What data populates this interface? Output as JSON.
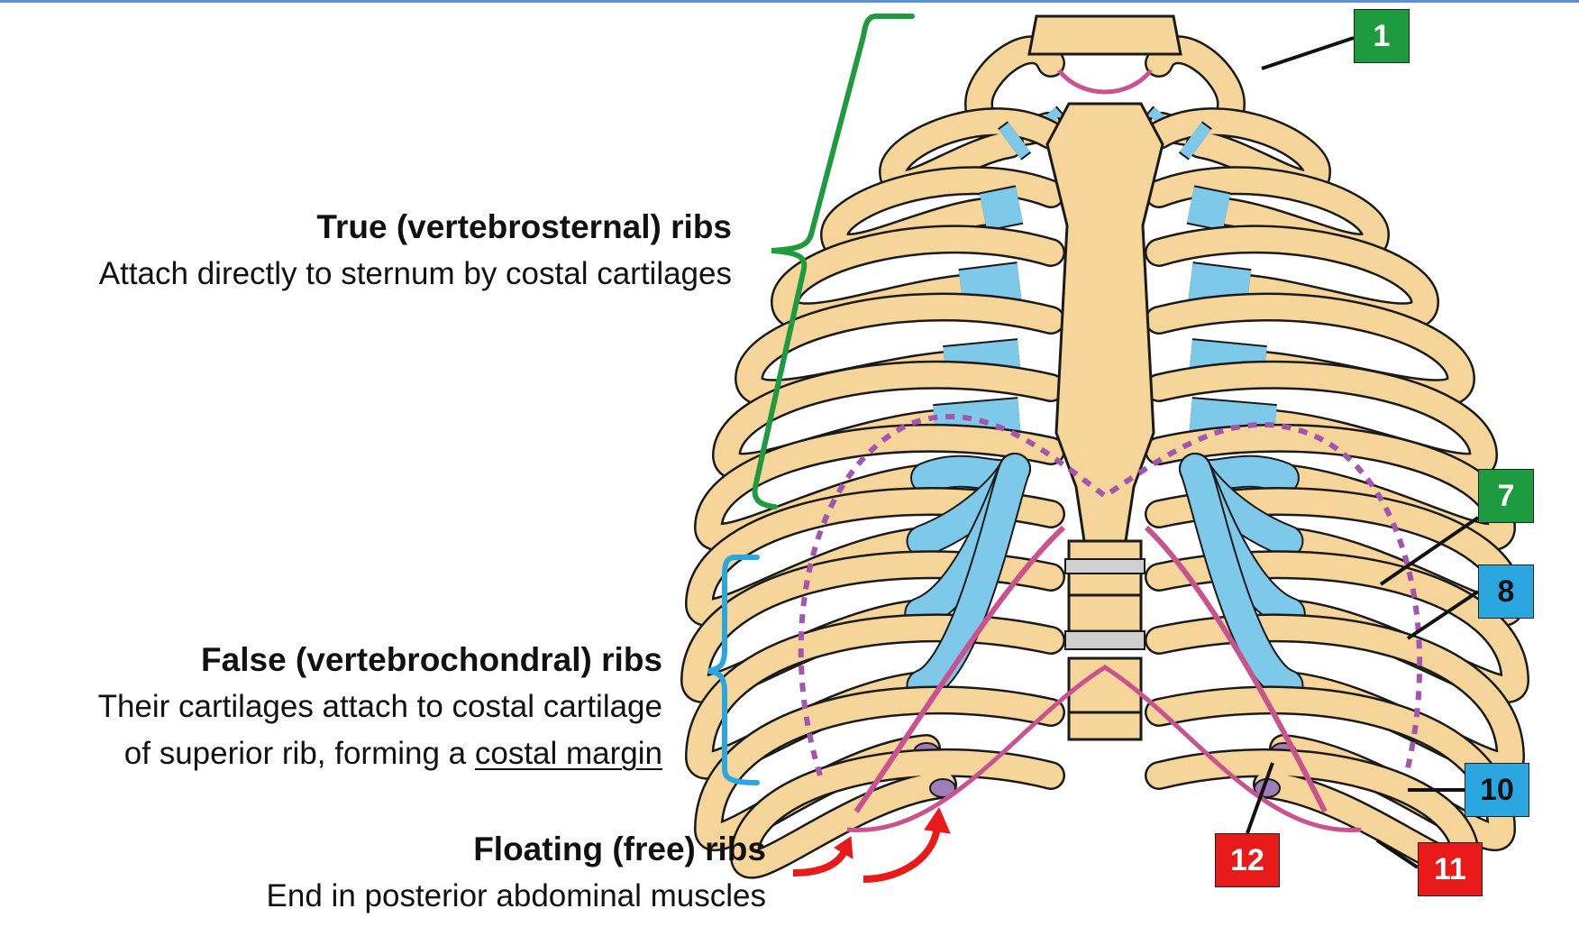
{
  "colors": {
    "true_ribs": "#1f9b3f",
    "false_ribs": "#2aa6e0",
    "floating_ribs": "#e81a1a",
    "bone": "#f6d59b",
    "cartilage": "#7ec8ea",
    "membrane": "#c9538f",
    "outline": "#1a1a1a"
  },
  "true_ribs": {
    "title": "True (vertebrosternal) ribs",
    "description": "Attach directly to sternum by costal cartilages"
  },
  "false_ribs": {
    "title": "False (vertebrochondral) ribs",
    "description_line1": "Their cartilages attach to costal cartilage",
    "description_line2_prefix": "of superior rib, forming a ",
    "description_line2_term": "costal margin"
  },
  "floating_ribs": {
    "title": "Floating (free) ribs",
    "description": "End in posterior abdominal muscles"
  },
  "tags": [
    {
      "text": "1",
      "color": "#1f9b3f",
      "text_color": "#ffffff"
    },
    {
      "text": "7",
      "color": "#1f9b3f",
      "text_color": "#ffffff"
    },
    {
      "text": "8",
      "color": "#2aa6e0",
      "text_color": "#111111"
    },
    {
      "text": "10",
      "color": "#2aa6e0",
      "text_color": "#111111"
    },
    {
      "text": "11",
      "color": "#e81a1a",
      "text_color": "#ffffff"
    },
    {
      "text": "12",
      "color": "#e81a1a",
      "text_color": "#ffffff"
    }
  ]
}
